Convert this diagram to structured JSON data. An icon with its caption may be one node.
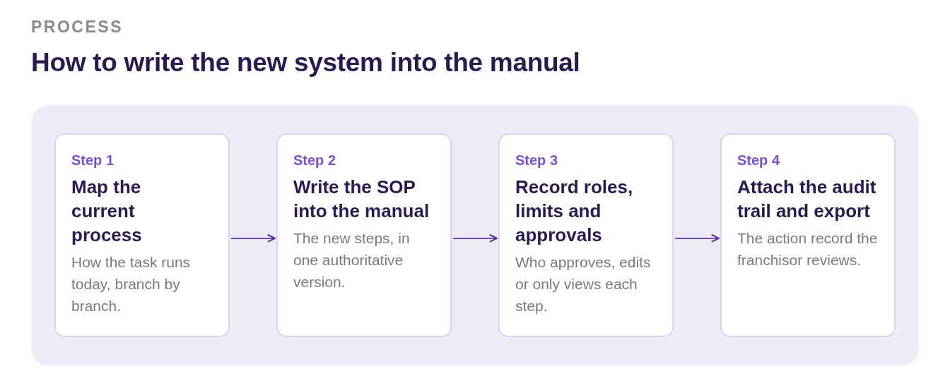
{
  "diagram": {
    "title": "How to write the new system into the manual",
    "nodes": [
      {
        "text": [
          "Step 1",
          "Map the current process",
          "How the task runs today, branch by branch."
        ]
      },
      {
        "text": [
          "Step 2",
          "Write the SOP into the manual",
          "The new steps, in one authoritative version."
        ]
      },
      {
        "text": [
          "Step 3",
          "Record roles, limits and approvals",
          "Who approves, edits or only views each step."
        ]
      },
      {
        "text": [
          "Step 4",
          "Attach the audit trail and export",
          "The action record the franchisor reviews."
        ]
      }
    ],
    "edges": [
      {
        "from": 0,
        "to": 1,
        "arrow": "to"
      },
      {
        "from": 1,
        "to": 2,
        "arrow": "to"
      },
      {
        "from": 2,
        "to": 3,
        "arrow": "to"
      }
    ],
    "labels": [
      "PROCESS"
    ]
  }
}
